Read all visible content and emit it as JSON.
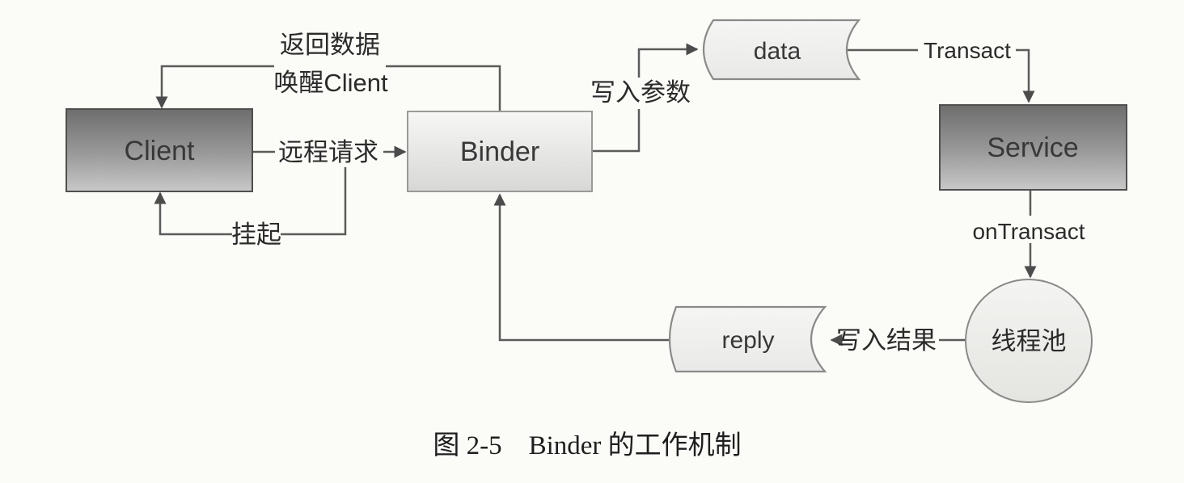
{
  "figure": {
    "caption": "图 2-5　Binder 的工作机制"
  },
  "palette": {
    "page_bg": "#fbfbf8",
    "dark_node_top": "#6d6d6d",
    "dark_node_bottom": "#c8c8c8",
    "light_node_top": "#f7f7f6",
    "light_node_bottom": "#d7d7d6",
    "parcel_fill_top": "#f5f5f3",
    "parcel_fill_bottom": "#e9e9e7",
    "line": "#5b5b5b",
    "arrowhead": "#4c4c4c",
    "node_text": "#383838",
    "label_text": "#2b2b2b"
  },
  "nodes": {
    "client": {
      "label": "Client"
    },
    "binder": {
      "label": "Binder"
    },
    "service": {
      "label": "Service"
    },
    "data_parcel": {
      "label": "data"
    },
    "reply_parcel": {
      "label": "reply"
    },
    "thread_pool": {
      "label": "线程池"
    }
  },
  "edges": {
    "return_data": {
      "line1": "返回数据",
      "line2": "唤醒Client"
    },
    "remote_request": {
      "label": "远程请求"
    },
    "suspend": {
      "label": "挂起"
    },
    "write_params": {
      "label": "写入参数"
    },
    "transact": {
      "label": "Transact"
    },
    "on_transact": {
      "label": "onTransact"
    },
    "write_result": {
      "label": "写入结果"
    }
  }
}
